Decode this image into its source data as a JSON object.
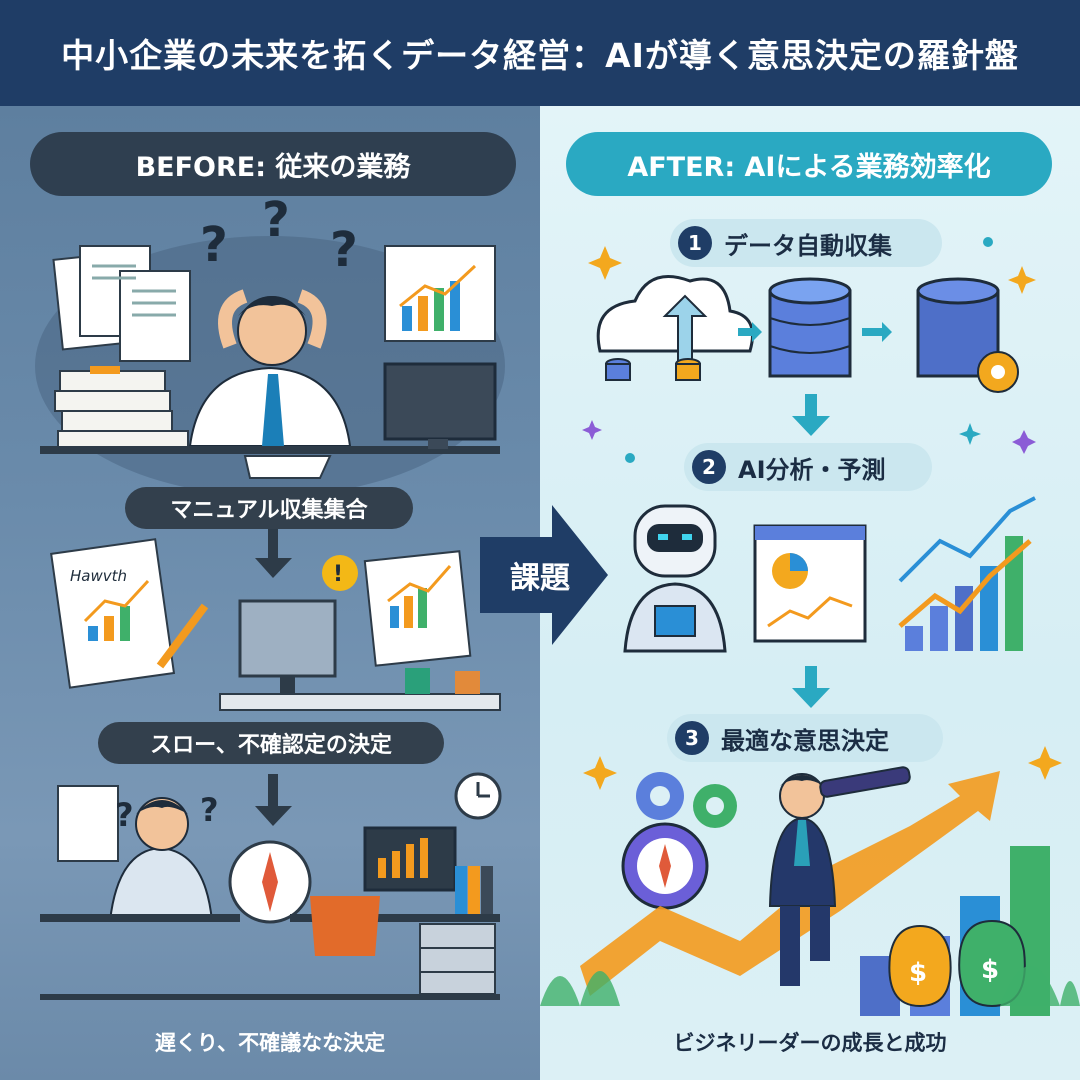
{
  "header": {
    "title": "中小企業の未来を拓くデータ経営：AIが導く意思決定の羅針盤"
  },
  "before": {
    "title": "BEFORE: 従来の業務",
    "label1": "マニュアル収集集合",
    "label2": "スロー、不確認定の決定",
    "caption": "遅くり、不確議なな決定",
    "sketch_text": "Hawvth"
  },
  "center": {
    "label": "課題"
  },
  "after": {
    "title": "AFTER: AIによる業務効率化",
    "steps": [
      {
        "num": "1",
        "label": "データ自動収集"
      },
      {
        "num": "2",
        "label": "AI分析・予測"
      },
      {
        "num": "3",
        "label": "最適な意思決定"
      }
    ],
    "caption": "ビジネリーダーの成長と成功"
  },
  "colors": {
    "navy": "#1f3d66",
    "teal": "#2aa9c2",
    "orange": "#f39a1e",
    "green": "#3fb06a"
  }
}
